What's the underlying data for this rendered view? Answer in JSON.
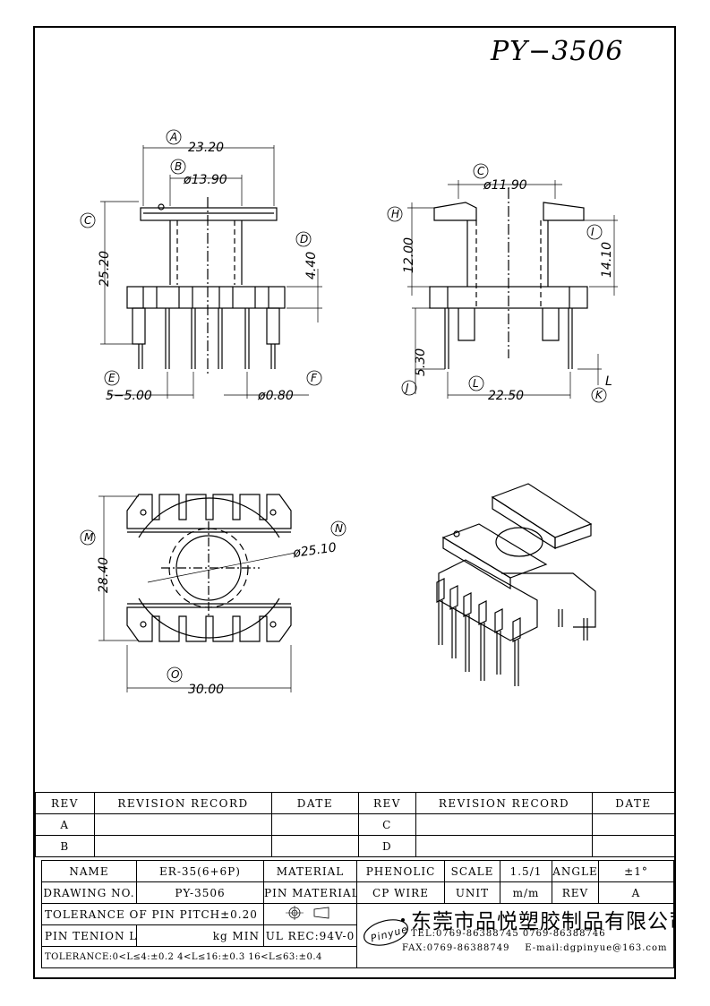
{
  "title": "PY−3506",
  "front_view": {
    "dim_a": {
      "label": "A",
      "value": "23.20"
    },
    "dim_b": {
      "label": "B",
      "value": "ø13.90"
    },
    "dim_c": {
      "label": "C",
      "value": "25.20"
    },
    "dim_d": {
      "label": "D",
      "value": "4.40"
    },
    "dim_e": {
      "label": "E",
      "value": "5−5.00"
    },
    "dim_f": {
      "label": "F",
      "value": "ø0.80"
    }
  },
  "side_view": {
    "dim_c": {
      "label": "C",
      "value": "ø11.90"
    },
    "dim_h": {
      "label": "H",
      "value": "12.00"
    },
    "dim_i": {
      "label": "I",
      "value": "14.10"
    },
    "dim_j": {
      "label": "J",
      "value": "5.30"
    },
    "dim_k": {
      "label": "K",
      "value": "L"
    },
    "dim_l": {
      "label": "L",
      "value": "22.50"
    }
  },
  "bottom_view": {
    "dim_m": {
      "label": "M",
      "value": "28.40"
    },
    "dim_n": {
      "label": "N",
      "value": "ø25.10"
    },
    "dim_o": {
      "label": "O",
      "value": "30.00"
    }
  },
  "revision_table": {
    "headers": [
      "REV",
      "REVISION RECORD",
      "DATE",
      "REV",
      "REVISION RECORD",
      "DATE"
    ],
    "rows": [
      [
        "A",
        "",
        "",
        "C",
        "",
        ""
      ],
      [
        "B",
        "",
        "",
        "D",
        "",
        ""
      ]
    ]
  },
  "title_block": {
    "name_label": "NAME",
    "name_value": "ER-35(6+6P)",
    "material_label": "MATERIAL",
    "material_value": "PHENOLIC",
    "scale_label": "SCALE",
    "scale_value": "1.5/1",
    "angle_label": "ANGLE",
    "angle_value": "±1°",
    "drawing_no_label": "DRAWING NO.",
    "drawing_no_value": "PY-3506",
    "pin_material_label": "PIN MATERIAL",
    "pin_material_value": "CP WIRE",
    "unit_label": "UNIT",
    "unit_value": "m/m",
    "rev_label": "REV",
    "rev_value": "A",
    "pin_pitch_tolerance": "TOLERANCE OF PIN PITCH±0.20",
    "pin_tension": "PIN TENION LOAD",
    "pin_tension_unit": "kg MIN",
    "ul_rec": "UL REC:94V-0",
    "tolerance_line": "TOLERANCE:0<L≤4:±0.2  4<L≤16:±0.3  16<L≤63:±0.4",
    "logo_text": "Pinyue",
    "company_name": "东莞市品悦塑胶制品有限公司",
    "tel": "TEL:0769-86388745   0769-86388746",
    "fax": "FAX:0769-86388749",
    "email": "E-mail:dgpinyue@163.com"
  }
}
